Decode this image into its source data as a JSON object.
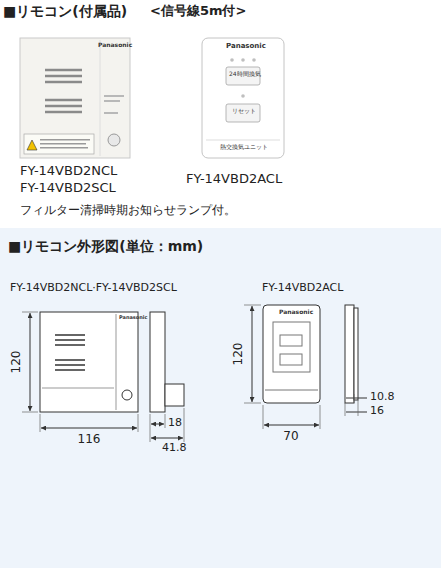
{
  "diagram": {
    "title": "■リモコン(付属品)",
    "nodes": [
      {
        "text": [
          "■リモコン外形図(単位：mm)"
        ]
      }
    ],
    "labels": [
      "<信号線5m付>",
      "Panasonic",
      "Panasonic",
      "24時間換気",
      "リセット",
      "熱交換気ユニット",
      "FY-14VBD2NCL",
      "FY-14VBD2SCL",
      "FY-14VBD2ACL",
      "フィルター清掃時期お知らせランプ付。",
      "FY-14VBD2NCL·FY-14VBD2SCL",
      "FY-14VBD2ACL",
      "120",
      "116",
      "18",
      "41.8",
      "120",
      "70",
      "10.8",
      "16",
      "Panasonic",
      "Panasonic"
    ]
  }
}
